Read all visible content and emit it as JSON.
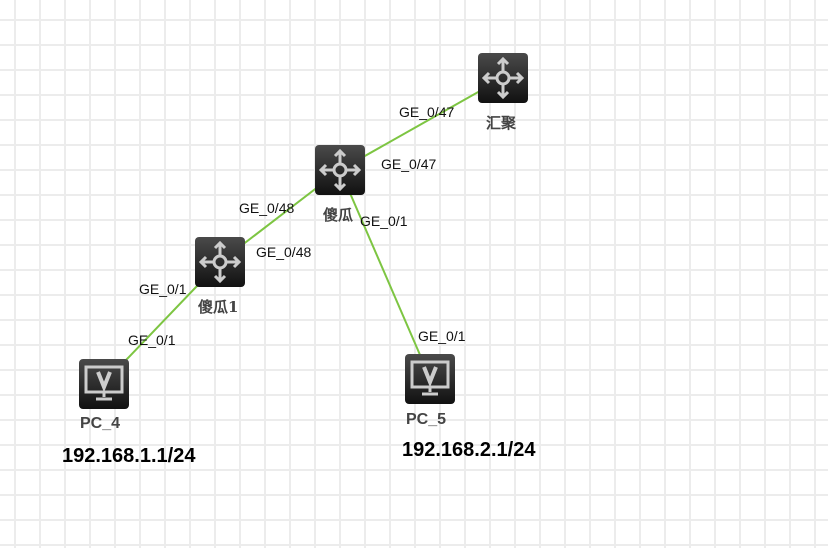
{
  "link_color": "#7dc542",
  "devices": {
    "agg": {
      "label": "汇聚",
      "type": "switch"
    },
    "sw": {
      "label": "傻瓜",
      "type": "switch"
    },
    "sw1": {
      "label": "傻瓜1",
      "type": "switch"
    },
    "pc4": {
      "label": "PC_4",
      "type": "pc",
      "ip": "192.168.1.1/24"
    },
    "pc5": {
      "label": "PC_5",
      "type": "pc",
      "ip": "192.168.2.1/24"
    }
  },
  "ports": {
    "agg_sw": "GE_0/47",
    "sw_agg": "GE_0/47",
    "sw_sw1": "GE_0/48",
    "sw1_sw": "GE_0/48",
    "sw1_pc4": "GE_0/1",
    "pc4_sw1": "GE_0/1",
    "sw_pc5": "GE_0/1",
    "pc5_sw": "GE_0/1"
  }
}
